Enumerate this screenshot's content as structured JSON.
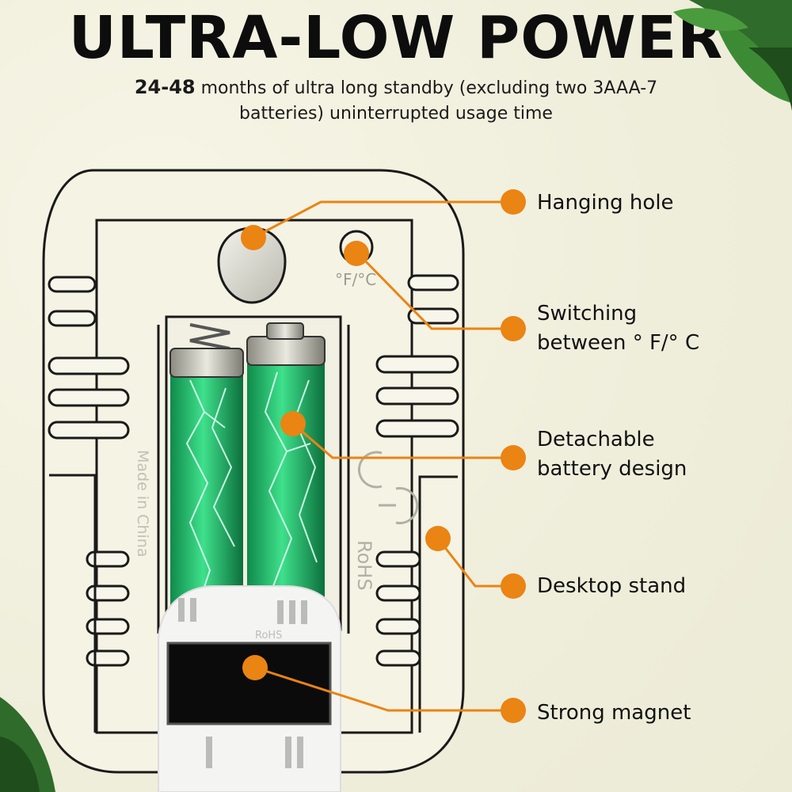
{
  "header": {
    "title": "ULTRA-LOW POWER",
    "subtitle_bold": "24-48",
    "subtitle_rest": " months of ultra long standby (excluding two 3AAA-7 batteries) uninterrupted usage time"
  },
  "device_text": {
    "temp_unit": "°F/°C",
    "made_in": "Made in China",
    "rohs": "RoHS",
    "rohs_small": "RoHS"
  },
  "callouts": [
    {
      "label": "Hanging hole"
    },
    {
      "label": "Switching between ° F/° C"
    },
    {
      "label": "Detachable battery design"
    },
    {
      "label": "Desktop stand"
    },
    {
      "label": "Strong magnet"
    }
  ],
  "colors": {
    "accent": "#ea8413",
    "ink": "#111111",
    "battery_green": "#2fbf6c",
    "background": "#f3f1e0"
  },
  "icons": [
    "leaf-decoration",
    "lightning-decoration",
    "ce-mark"
  ]
}
